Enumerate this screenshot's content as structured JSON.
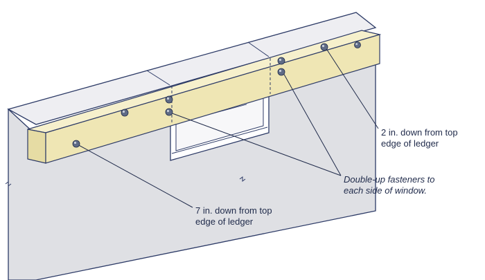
{
  "callouts": {
    "top_fastener": {
      "lines": [
        "2 in. down from top",
        "edge of ledger"
      ]
    },
    "double_up": {
      "lines": [
        "Double-up fasteners to",
        "each side of window."
      ]
    },
    "bottom_fastener": {
      "lines": [
        "7 in. down from top",
        "edge of ledger"
      ]
    }
  },
  "colors": {
    "wall": "#dfe0e4",
    "wall_top": "#eeeef2",
    "ledger": "#efe6b4",
    "ledger_top": "#f6f0cc",
    "outline": "#2c3a66",
    "bolt": "#5f6b86"
  }
}
